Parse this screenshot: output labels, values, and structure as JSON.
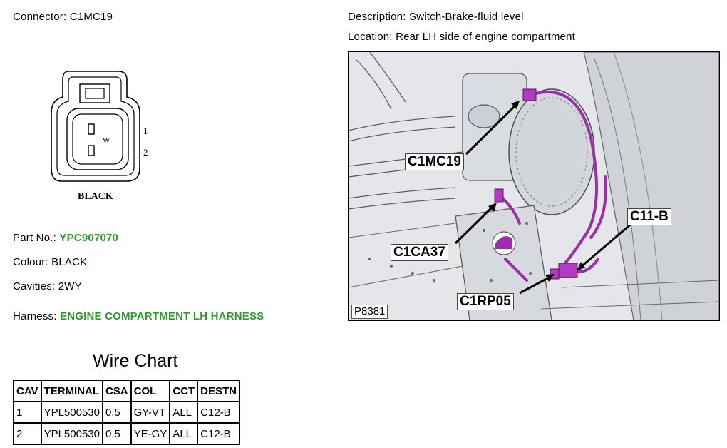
{
  "connector": {
    "label": "Connector:",
    "value": "C1MC19"
  },
  "description": {
    "label": "Description:",
    "value": "Switch-Brake-fluid level"
  },
  "location": {
    "label": "Location:",
    "value": "Rear LH side of engine compartment"
  },
  "drawing": {
    "pin_1": "1",
    "pin_2": "2",
    "key_mark": "W",
    "colour_label": "BLACK"
  },
  "part_no": {
    "label": "Part No.:",
    "value": "YPC907070"
  },
  "colour": {
    "label": "Colour:",
    "value": "BLACK"
  },
  "cavities": {
    "label": "Cavities:",
    "value": "2WY"
  },
  "harness": {
    "label": "Harness:",
    "value": "ENGINE COMPARTMENT LH HARNESS"
  },
  "photo": {
    "id": "P8381",
    "callouts": [
      "C1MC19",
      "C1CA37",
      "C11-B",
      "C1RP05"
    ]
  },
  "wire_chart": {
    "title": "Wire Chart",
    "headers": [
      "CAV",
      "TERMINAL",
      "CSA",
      "COL",
      "CCT",
      "DESTN"
    ],
    "rows": [
      [
        "1",
        "YPL500530",
        "0.5",
        "GY-VT",
        "ALL",
        "C12-B"
      ],
      [
        "2",
        "YPL500530",
        "0.5",
        "YE-GY",
        "ALL",
        "C12-B"
      ]
    ]
  },
  "colors": {
    "accent_green": "#2e9a2e",
    "wire_purple": "#9b2fa8"
  }
}
